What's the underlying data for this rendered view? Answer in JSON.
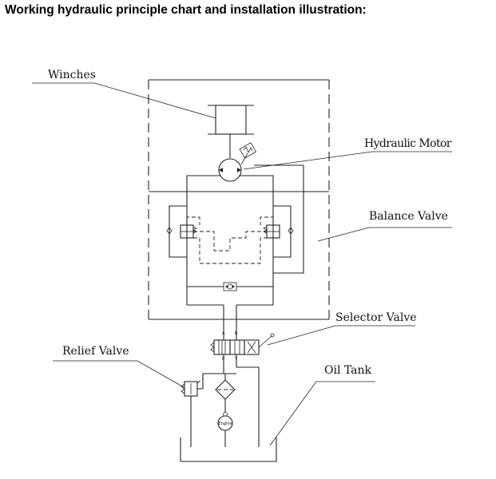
{
  "title": "Working hydraulic principle chart and installation illustration:",
  "labels": {
    "winches": "Winches",
    "hydraulic_motor": "Hydraulic Motor",
    "balance_valve": "Balance Valve",
    "selector_valve": "Selector Valve",
    "relief_valve": "Relief Valve",
    "oil_tank": "Oil Tank"
  },
  "ports": {
    "a": "A",
    "b": "B",
    "p": "P",
    "t": "T"
  },
  "engine_label": "Engine"
}
